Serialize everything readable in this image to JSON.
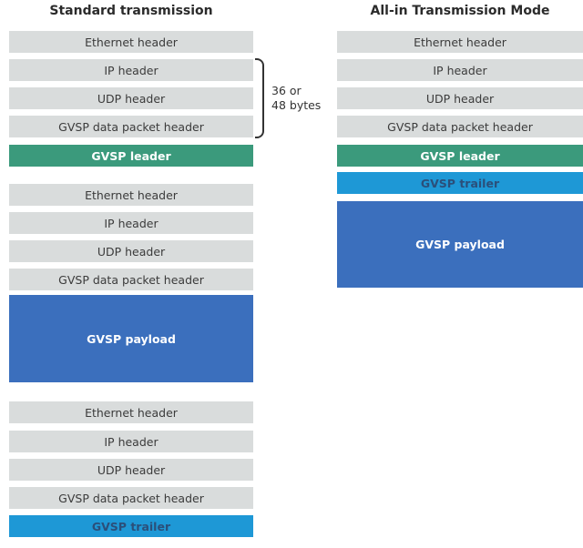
{
  "standard": {
    "title": "Standard transmission",
    "packet1": {
      "eth": "Ethernet header",
      "ip": "IP header",
      "udp": "UDP header",
      "gvsp_hdr": "GVSP data packet header",
      "leader": "GVSP leader"
    },
    "packet2": {
      "eth": "Ethernet header",
      "ip": "IP header",
      "udp": "UDP header",
      "gvsp_hdr": "GVSP data packet header",
      "payload": "GVSP payload"
    },
    "packet3": {
      "eth": "Ethernet header",
      "ip": "IP header",
      "udp": "UDP header",
      "gvsp_hdr": "GVSP data packet header",
      "trailer": "GVSP trailer"
    },
    "bracket_line1": "36 or",
    "bracket_line2": "48 bytes"
  },
  "allin": {
    "title": "All-in Transmission Mode",
    "eth": "Ethernet header",
    "ip": "IP header",
    "udp": "UDP header",
    "gvsp_hdr": "GVSP data packet header",
    "leader": "GVSP leader",
    "trailer": "GVSP trailer",
    "payload": "GVSP payload"
  },
  "colors": {
    "header_gray": "#d9dcdc",
    "leader_green": "#3b9a7c",
    "trailer_cyan": "#1e98d6",
    "payload_blue": "#3b6fbd"
  }
}
